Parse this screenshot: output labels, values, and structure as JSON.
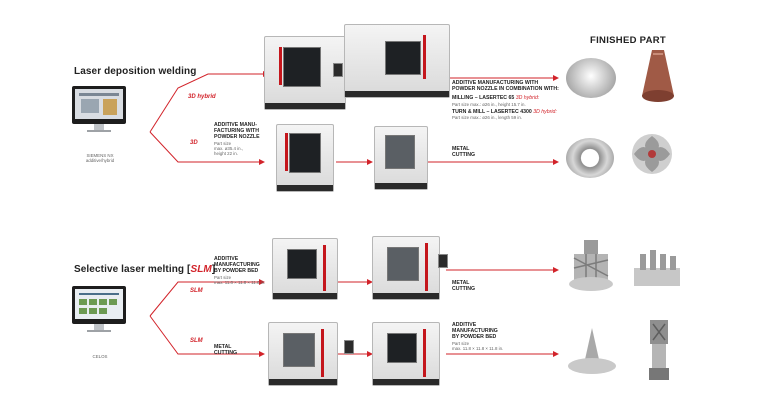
{
  "colors": {
    "accent": "#d2232a",
    "line": "#d2232a",
    "text": "#222222"
  },
  "header": {
    "finished_part": "FINISHED PART"
  },
  "section_ldw": {
    "title": "Laser deposition welding",
    "software": [
      "SIEMENS NX",
      "additive/hybrid"
    ],
    "branch_hybrid": "3D hybrid",
    "branch_3d": "3D",
    "nozzle_label": [
      "ADDITIVE MANU-",
      "FACTURING WITH",
      "POWDER NOZZLE"
    ],
    "nozzle_specs": [
      "Part size",
      "max. ø35.4 in.,",
      "height 22 in."
    ],
    "metal_cutting": [
      "METAL",
      "CUTTING"
    ],
    "combo_title": [
      "ADDITIVE MANUFACTURING WITH",
      "POWDER NOZZLE IN COMBINATION WITH:"
    ],
    "combo_milling": "MILLING – LASERTEC 65",
    "combo_milling_tag": "3D hybrid:",
    "combo_milling_spec": "Part size max.: ø26 in., height 15.7 in.",
    "combo_turn": "TURN & MILL – LASERTEC 4300",
    "combo_turn_tag": "3D hybrid:",
    "combo_turn_spec": "Part size max.: ø26 in., length 59 in."
  },
  "section_slm": {
    "title_prefix": "Selective laser melting [",
    "title_accent": "SLM",
    "title_suffix": "]",
    "software": "CELOS",
    "branch_top": "SLM",
    "branch_bottom": "SLM",
    "top_label": [
      "ADDITIVE",
      "MANUFACTURING",
      "BY POWDER BED"
    ],
    "top_specs": [
      "Part size",
      "max. 11.8 × 11.8 × 11.8 in."
    ],
    "top_metal_cutting": [
      "METAL",
      "CUTTING"
    ],
    "bottom_metal_cutting": [
      "METAL",
      "CUTTING"
    ],
    "bottom_label": [
      "ADDITIVE",
      "MANUFACTURING",
      "BY POWDER BED"
    ],
    "bottom_specs": [
      "Part size",
      "max. 11.8 × 11.8 × 11.8 in."
    ]
  }
}
